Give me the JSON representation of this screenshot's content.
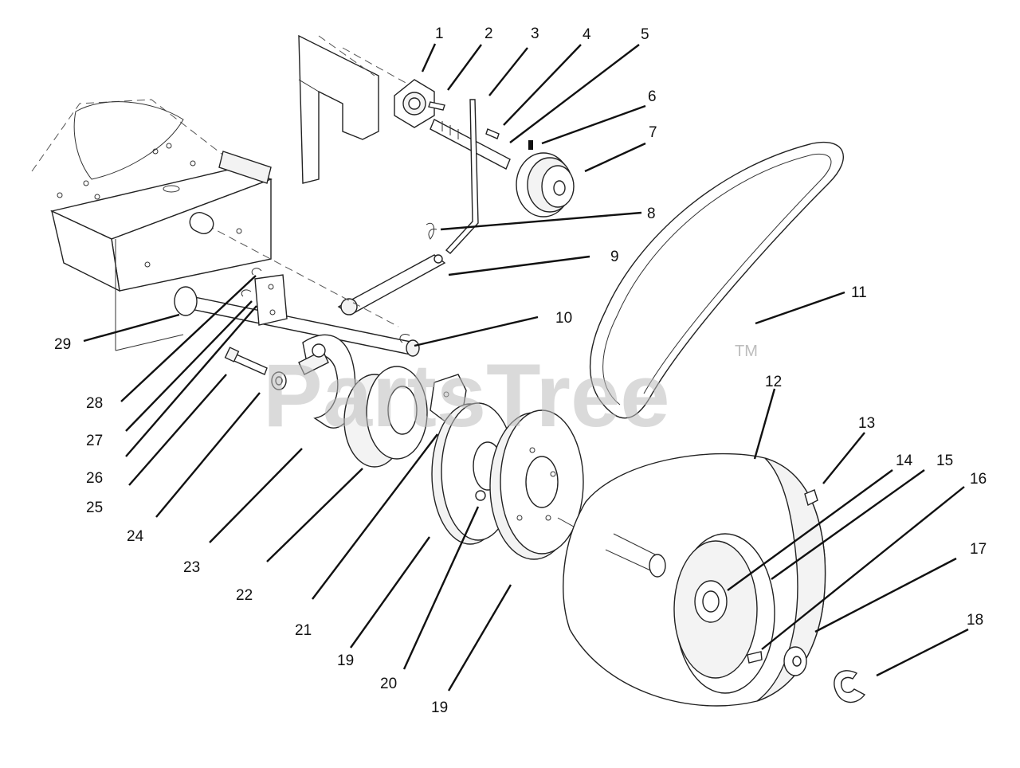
{
  "watermark": {
    "text": "PartsTree",
    "trademark": "TM"
  },
  "callouts": [
    {
      "id": "callout-1",
      "label": "1"
    },
    {
      "id": "callout-2",
      "label": "2"
    },
    {
      "id": "callout-3",
      "label": "3"
    },
    {
      "id": "callout-4",
      "label": "4"
    },
    {
      "id": "callout-5",
      "label": "5"
    },
    {
      "id": "callout-6",
      "label": "6"
    },
    {
      "id": "callout-7",
      "label": "7"
    },
    {
      "id": "callout-8",
      "label": "8"
    },
    {
      "id": "callout-9",
      "label": "9"
    },
    {
      "id": "callout-10",
      "label": "10"
    },
    {
      "id": "callout-11",
      "label": "11"
    },
    {
      "id": "callout-12",
      "label": "12"
    },
    {
      "id": "callout-13",
      "label": "13"
    },
    {
      "id": "callout-14",
      "label": "14"
    },
    {
      "id": "callout-15",
      "label": "15"
    },
    {
      "id": "callout-16",
      "label": "16"
    },
    {
      "id": "callout-17",
      "label": "17"
    },
    {
      "id": "callout-18",
      "label": "18"
    },
    {
      "id": "callout-19a",
      "label": "19"
    },
    {
      "id": "callout-19b",
      "label": "19"
    },
    {
      "id": "callout-20",
      "label": "20"
    },
    {
      "id": "callout-21",
      "label": "21"
    },
    {
      "id": "callout-22",
      "label": "22"
    },
    {
      "id": "callout-23",
      "label": "23"
    },
    {
      "id": "callout-24",
      "label": "24"
    },
    {
      "id": "callout-25",
      "label": "25"
    },
    {
      "id": "callout-26",
      "label": "26"
    },
    {
      "id": "callout-27",
      "label": "27"
    },
    {
      "id": "callout-28",
      "label": "28"
    },
    {
      "id": "callout-29",
      "label": "29"
    }
  ]
}
